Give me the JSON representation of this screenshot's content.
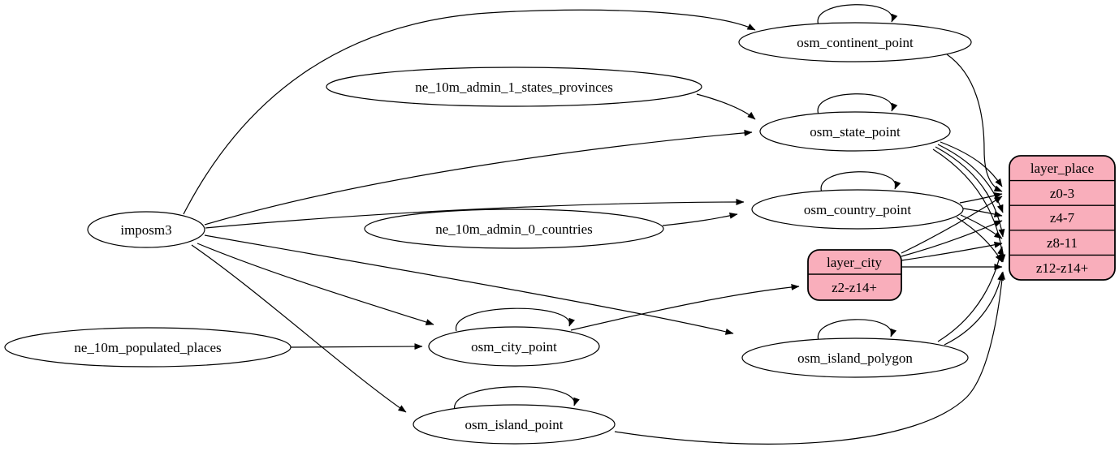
{
  "diagram": {
    "type": "graphviz-etl-flow",
    "colors": {
      "background": "#ffffff",
      "node_fill": "#ffffff",
      "record_fill": "#F9AEBB",
      "edge": "#000000"
    },
    "nodes": {
      "imposm3": {
        "label": "imposm3"
      },
      "ne_10m_admin_1_states_provinces": {
        "label": "ne_10m_admin_1_states_provinces"
      },
      "ne_10m_admin_0_countries": {
        "label": "ne_10m_admin_0_countries"
      },
      "ne_10m_populated_places": {
        "label": "ne_10m_populated_places"
      },
      "osm_continent_point": {
        "label": "osm_continent_point"
      },
      "osm_state_point": {
        "label": "osm_state_point"
      },
      "osm_country_point": {
        "label": "osm_country_point"
      },
      "osm_city_point": {
        "label": "osm_city_point"
      },
      "osm_island_polygon": {
        "label": "osm_island_polygon"
      },
      "osm_island_point": {
        "label": "osm_island_point"
      }
    },
    "records": {
      "layer_place": {
        "title": "layer_place",
        "rows": [
          "z0-3",
          "z4-7",
          "z8-11",
          "z12-z14+"
        ]
      },
      "layer_city": {
        "title": "layer_city",
        "rows": [
          "z2-z14+"
        ]
      }
    },
    "edges": [
      {
        "from": "imposm3",
        "to": "osm_continent_point"
      },
      {
        "from": "imposm3",
        "to": "osm_state_point"
      },
      {
        "from": "imposm3",
        "to": "osm_country_point"
      },
      {
        "from": "imposm3",
        "to": "osm_city_point"
      },
      {
        "from": "imposm3",
        "to": "osm_island_polygon"
      },
      {
        "from": "imposm3",
        "to": "osm_island_point"
      },
      {
        "from": "ne_10m_admin_1_states_provinces",
        "to": "osm_state_point"
      },
      {
        "from": "ne_10m_admin_0_countries",
        "to": "osm_country_point"
      },
      {
        "from": "ne_10m_populated_places",
        "to": "osm_city_point"
      },
      {
        "from": "osm_continent_point",
        "to": "osm_continent_point"
      },
      {
        "from": "osm_state_point",
        "to": "osm_state_point"
      },
      {
        "from": "osm_country_point",
        "to": "osm_country_point"
      },
      {
        "from": "osm_city_point",
        "to": "osm_city_point"
      },
      {
        "from": "osm_island_polygon",
        "to": "osm_island_polygon"
      },
      {
        "from": "osm_island_point",
        "to": "osm_island_point"
      },
      {
        "from": "osm_city_point",
        "to": "layer_city:z2-z14+"
      },
      {
        "from": "osm_continent_point",
        "to": "layer_place:z0-3"
      },
      {
        "from": "osm_state_point",
        "to": "layer_place:z0-3"
      },
      {
        "from": "osm_state_point",
        "to": "layer_place:z4-7"
      },
      {
        "from": "osm_state_point",
        "to": "layer_place:z8-11"
      },
      {
        "from": "osm_state_point",
        "to": "layer_place:z12-z14+"
      },
      {
        "from": "osm_country_point",
        "to": "layer_place:z0-3"
      },
      {
        "from": "osm_country_point",
        "to": "layer_place:z4-7"
      },
      {
        "from": "osm_country_point",
        "to": "layer_place:z8-11"
      },
      {
        "from": "osm_country_point",
        "to": "layer_place:z12-z14+"
      },
      {
        "from": "layer_city",
        "to": "layer_place:z0-3"
      },
      {
        "from": "layer_city",
        "to": "layer_place:z4-7"
      },
      {
        "from": "layer_city",
        "to": "layer_place:z8-11"
      },
      {
        "from": "layer_city",
        "to": "layer_place:z12-z14+"
      },
      {
        "from": "osm_island_polygon",
        "to": "layer_place:z8-11"
      },
      {
        "from": "osm_island_polygon",
        "to": "layer_place:z12-z14+"
      },
      {
        "from": "osm_island_point",
        "to": "layer_place:z12-z14+"
      }
    ]
  }
}
